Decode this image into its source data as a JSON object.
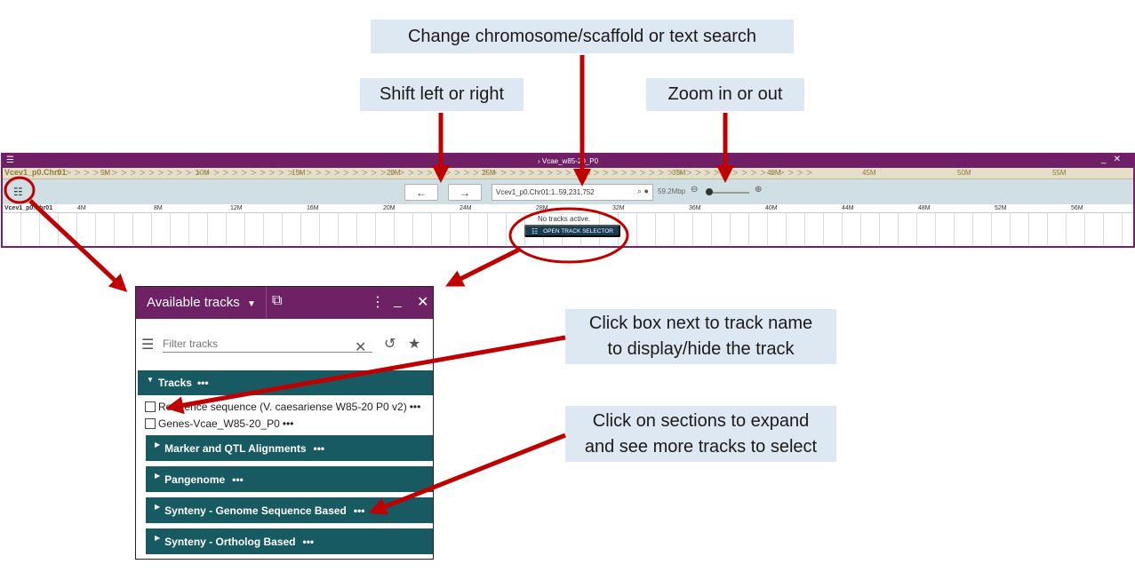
{
  "callouts": {
    "change_chromosome": "Change chromosome/scaffold or text search",
    "shift": "Shift left or right",
    "zoom": "Zoom in or out",
    "click_box_line1": "Click box next to track name",
    "click_box_line2": "to display/hide the track",
    "click_sections_line1": "Click on sections to expand",
    "click_sections_line2": "and see more tracks to select"
  },
  "browser": {
    "title": "Vcae_w85-20_P0",
    "chromosome": "Vcev1_p0.Chr01",
    "ruler_chr_label": "Vcev1_p0.Chr01",
    "overview_ticks": [
      "5M",
      "10M",
      "15M",
      "20M",
      "25M",
      "30M",
      "35M",
      "40M",
      "45M",
      "50M",
      "55M"
    ],
    "ruler_ticks": [
      "4M",
      "8M",
      "12M",
      "16M",
      "20M",
      "24M",
      "28M",
      "32M",
      "36M",
      "40M",
      "44M",
      "48M",
      "52M",
      "56M"
    ],
    "location": "Vcev1_p0.Chr01:1..59,231,752",
    "zoom_level": "59.2Mbp",
    "no_tracks": "No tracks active.",
    "open_track_selector": "OPEN TRACK SELECTOR",
    "left_arrow": "←",
    "right_arrow": "→"
  },
  "panel": {
    "title": "Available tracks",
    "filter_placeholder": "Filter tracks",
    "section_tracks": "Tracks",
    "tracks": [
      {
        "label": "Reference sequence (V. caesariense W85-20 P0 v2)"
      },
      {
        "label": "Genes-Vcae_W85-20_P0"
      }
    ],
    "categories": [
      {
        "label": "Marker and QTL Alignments"
      },
      {
        "label": "Pangenome"
      },
      {
        "label": "Synteny - Genome Sequence Based"
      },
      {
        "label": "Synteny - Ortholog Based"
      }
    ],
    "more": "•••"
  },
  "colors": {
    "accent_purple": "#6e2164",
    "teal": "#175a62",
    "arrow_red": "#c00000",
    "callout_bg": "#dde8f3"
  }
}
